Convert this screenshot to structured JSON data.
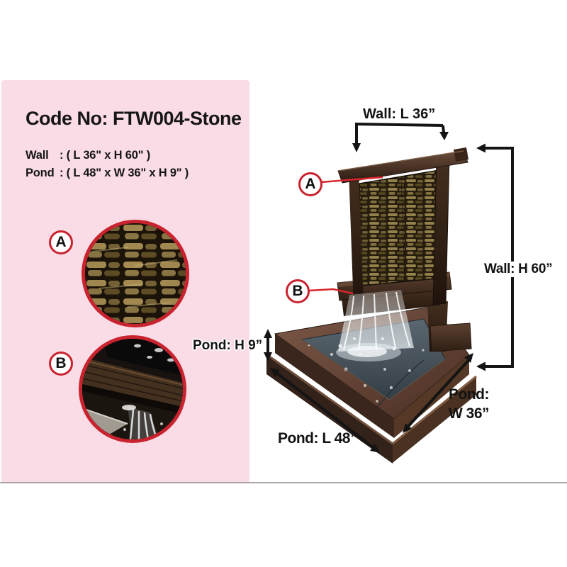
{
  "colors": {
    "panel_pink": "#fadce6",
    "ring_red": "#c8232e",
    "leader_red": "#d8262c",
    "line_black": "#141414"
  },
  "panel": {
    "title": "Code No: FTW004-Stone",
    "specs": [
      {
        "label": "Wall",
        "value": ": ( L 36\" x H 60\" )"
      },
      {
        "label": "Pond",
        "value": ": ( L 48\" x W 36\" x H 9\" )"
      }
    ],
    "callouts": [
      {
        "id": "A",
        "icon": "stone-texture-closeup-photo"
      },
      {
        "id": "B",
        "icon": "spout-waterfall-closeup-photo"
      }
    ]
  },
  "diagram": {
    "marker_a": "A",
    "marker_b": "B",
    "dims": {
      "wall_length": "Wall: L 36”",
      "wall_height": "Wall: H 60”",
      "pond_height": "Pond: H 9”",
      "pond_length": "Pond: L 48”",
      "pond_width_line1": "Pond:",
      "pond_width_line2": "W 36”"
    }
  }
}
